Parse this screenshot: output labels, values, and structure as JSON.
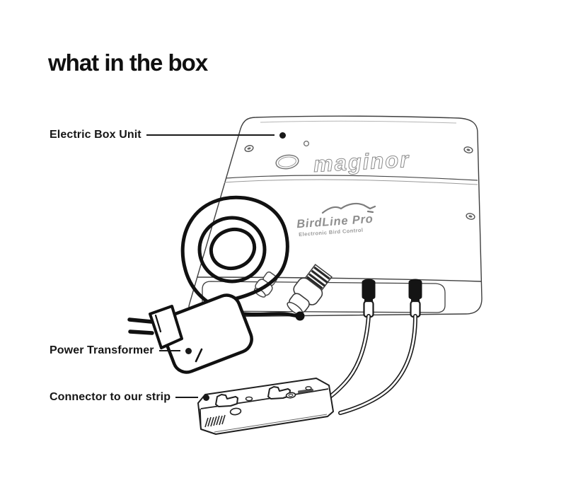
{
  "title": "what in the box",
  "labels": [
    {
      "text": "Electric Box Unit"
    },
    {
      "text": "Power Transformer"
    },
    {
      "text": "Connector to our strip"
    }
  ],
  "device": {
    "logo": "maginor",
    "product": "BirdLine Pro",
    "subtitle": "Electronic Bird Control"
  },
  "colors": {
    "background": "#ffffff",
    "ink": "#161616",
    "line_art": "#3f3f3f",
    "bold_line": "#111111",
    "muted_gray": "#8c8c8c"
  }
}
